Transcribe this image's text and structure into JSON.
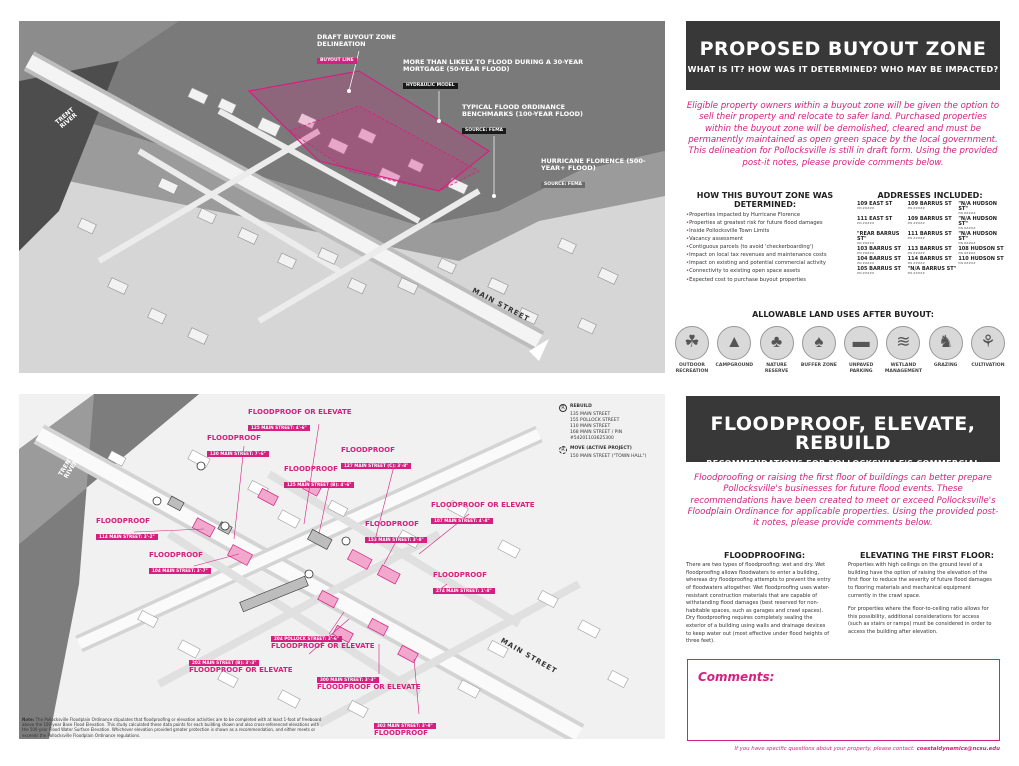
{
  "colors": {
    "accent": "#d6207f",
    "header_bg": "#383838",
    "dark_tag": "#1a1a1a"
  },
  "map1": {
    "river_label": "TRENT RIVER",
    "street_label": "MAIN STREET",
    "callouts": [
      {
        "title": "DRAFT BUYOUT ZONE DELINEATION",
        "tag": "BUYOUT LINE"
      },
      {
        "title": "MORE THAN LIKELY TO FLOOD DURING A 30-YEAR MORTGAGE (50-YEAR FLOOD)",
        "tag": "HYDRAULIC MODEL"
      },
      {
        "title": "TYPICAL FLOOD ORDINANCE BENCHMARKS (100-YEAR FLOOD)",
        "tag": "SOURCE: FEMA"
      },
      {
        "title": "HURRICANE FLORENCE (500-YEAR+ FLOOD)",
        "tag": "SOURCE: FEMA"
      }
    ]
  },
  "map2": {
    "river_label": "TRENT RIVER",
    "street_label": "MAIN STREET",
    "legend": {
      "rebuild_icon": "R",
      "rebuild_title": "REBUILD",
      "rebuild_items": [
        "135 MAIN STREET",
        "155 POLLOCK STREET",
        "110 MAIN STREET",
        "168 MAIN STREET / PIN #54201103625300"
      ],
      "active_icon": "R",
      "active_title": "MOVE (ACTIVE PROJECT)",
      "active_items": [
        "150 MAIN STREET (\"TOWN HALL\")"
      ]
    },
    "markers": [
      {
        "title": "FLOODPROOF OR ELEVATE",
        "tag": "125 MAIN STREET: 4'-6\""
      },
      {
        "title": "FLOODPROOF",
        "tag": "130 MAIN STREET: 7'-6\""
      },
      {
        "title": "FLOODPROOF",
        "tag": "127 MAIN STREET (C): 3'-8\""
      },
      {
        "title": "FLOODPROOF",
        "tag": "125 MAIN STREET (B): 4'-6\""
      },
      {
        "title": "FLOODPROOF",
        "tag": "114 MAIN STREET: 3'-2\""
      },
      {
        "title": "FLOODPROOF OR ELEVATE",
        "tag": "107 MAIN STREET: 4'-8\""
      },
      {
        "title": "FLOODPROOF",
        "tag": "153 MAIN STREET: 3'-8\""
      },
      {
        "title": "FLOODPROOF",
        "tag": "104 MAIN STREET: 3'-7\""
      },
      {
        "title": "FLOODPROOF",
        "tag": "274 MAIN STREET: 1'-8\""
      },
      {
        "title": "FLOODPROOF OR ELEVATE",
        "tag": "204 POLLOCK STREET: 3'-6\""
      },
      {
        "title": "FLOODPROOF OR ELEVATE",
        "tag": "202 MAIN STREET (B): 3'-3\""
      },
      {
        "title": "FLOODPROOF OR ELEVATE",
        "tag": "300 MAIN STREET: 3'-3\""
      },
      {
        "title": "FLOODPROOF",
        "tag": "302 MAIN STREET: 3'-9\""
      }
    ],
    "note_label": "Note:",
    "note": "The Pollocksville Floodplain Ordinance stipulates that floodproofing or elevation activities are to be completed with at least 1-foot of freeboard above the 100-year Base Flood Elevation. This study calculated these data points for each building shown and also cross-referenced elevations with the 500-year Flood Water Surface Elevation. Whichever elevation provided greater protection is shown as a recommendation, and either meets or exceeds the Pollocksville Floodplain Ordinance regulations."
  },
  "section1": {
    "title": "PROPOSED BUYOUT ZONE",
    "subtitle": "WHAT IS IT? HOW WAS IT DETERMINED? WHO MAY BE IMPACTED?",
    "intro": "Eligible property owners within a buyout zone will be given the option to sell their property and relocate to safer land. Purchased properties within the buyout zone will be demolished, cleared and must be permanently maintained as open green space by the local government. This delineation for Pollocksville is still in draft form. Using the provided post-it notes, please provide comments below.",
    "criteria_heading": "HOW THIS BUYOUT ZONE WAS DETERMINED:",
    "criteria": [
      "Properties impacted by Hurricane Florence",
      "Properties at greatest risk for future flood damages",
      "Inside Pollocksville Town Limits",
      "Vacancy assessment",
      "Contiguous parcels (to avoid 'checkerboarding')",
      "Impact on local tax revenues and maintenance costs",
      "Impact on existing and potential commercial activity",
      "Connectivity to existing open space assets",
      "Expected cost to purchase buyout properties"
    ],
    "addresses_heading": "ADDRESSES INCLUDED:",
    "addresses": [
      {
        "a": "109 EAST ST",
        "p": "PIN #####"
      },
      {
        "a": "109 BARRUS ST",
        "p": "PIN #####"
      },
      {
        "a": "\"N/A HUDSON ST\"",
        "p": "PIN #####"
      },
      {
        "a": "111 EAST ST",
        "p": "PIN #####"
      },
      {
        "a": "109 BARRUS ST",
        "p": "PIN #####"
      },
      {
        "a": "\"N/A HUDSON ST\"",
        "p": "PIN #####"
      },
      {
        "a": "\"REAR BARRUS ST\"",
        "p": "PIN #####"
      },
      {
        "a": "111 BARRUS ST",
        "p": "PIN #####"
      },
      {
        "a": "\"N/A HUDSON ST\"",
        "p": "PIN #####"
      },
      {
        "a": "103 BARRUS ST",
        "p": "PIN #####"
      },
      {
        "a": "113 BARRUS ST",
        "p": "PIN #####"
      },
      {
        "a": "108 HUDSON ST",
        "p": "PIN #####"
      },
      {
        "a": "104 BARRUS ST",
        "p": "PIN #####"
      },
      {
        "a": "114 BARRUS ST",
        "p": "PIN #####"
      },
      {
        "a": "110 HUDSON ST",
        "p": "PIN #####"
      },
      {
        "a": "105 BARRUS ST",
        "p": "PIN #####"
      },
      {
        "a": "\"N/A BARRUS ST\"",
        "p": "PIN #####"
      },
      {
        "a": "",
        "p": ""
      }
    ],
    "land_uses_heading": "ALLOWABLE LAND USES AFTER BUYOUT:",
    "land_uses": [
      {
        "label": "OUTDOOR RECREATION",
        "glyph": "☘",
        "icon": "recreation-icon"
      },
      {
        "label": "CAMPGROUND",
        "glyph": "▲",
        "icon": "tent-icon"
      },
      {
        "label": "NATURE RESERVE",
        "glyph": "♣",
        "icon": "tree-icon"
      },
      {
        "label": "BUFFER ZONE",
        "glyph": "♠",
        "icon": "buffer-icon"
      },
      {
        "label": "UNPAVED PARKING",
        "glyph": "▬",
        "icon": "car-icon"
      },
      {
        "label": "WETLAND MANAGEMENT",
        "glyph": "≋",
        "icon": "wetland-icon"
      },
      {
        "label": "GRAZING",
        "glyph": "♞",
        "icon": "cow-icon"
      },
      {
        "label": "CULTIVATION",
        "glyph": "⚘",
        "icon": "plant-icon"
      }
    ]
  },
  "section2": {
    "title": "FLOODPROOF, ELEVATE, REBUILD",
    "subtitle": "RECOMMENDATIONS FOR POLLOCKSVILLE'S COMMERCIAL CORRIDOR",
    "intro": "Floodproofing or raising the first floor of buildings can better prepare Pollocksville's businesses for future flood events. These recommendations have been created to meet or exceed Pollocksville's Floodplain Ordinance for applicable properties. Using the provided post-it notes, please provide comments below.",
    "floodproofing_heading": "FLOODPROOFING:",
    "floodproofing_paras": [
      "There are two types of floodproofing: wet and dry. Wet floodproofing allows floodwaters to enter a building, whereas dry floodproofing attempts to prevent the entry of floodwaters altogether. Wet floodproofing uses water-resistant construction materials that are capable of withstanding flood damages (best reserved for non-habitable spaces, such as garages and crawl spaces). Dry floodproofing requires completely sealing the exterior of a building using walls and drainage devices to keep water out (most effective under flood heights of three feet)."
    ],
    "elevating_heading": "ELEVATING THE FIRST FLOOR:",
    "elevating_paras": [
      "Properties with high ceilings on the ground level of a building have the option of raising the elevation of the first floor to reduce the severity of future flood damages to flooring materials and mechanical equipment currently in the crawl space.",
      "For properties where the floor-to-ceiling ratio allows for this possibility, additional considerations for access (such as stairs or ramps) must be considered in order to access the building after elevation."
    ]
  },
  "comments_label": "Comments:",
  "contact_prefix": "If you have specific questions about your property, please contact: ",
  "contact_email": "coastaldynamics@ncsu.edu"
}
